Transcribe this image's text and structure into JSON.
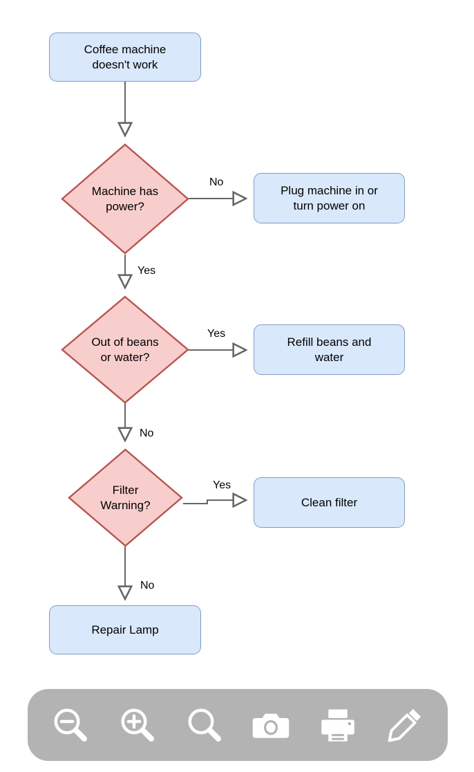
{
  "diagram": {
    "title": "Coffee machine troubleshooting flowchart",
    "background": "#ffffff",
    "palette": {
      "process_fill": "#dae8fc",
      "process_stroke": "#7d9cc4",
      "decision_fill": "#f8cecc",
      "decision_stroke": "#b85450",
      "edge_stroke": "#666666",
      "text": "#000000",
      "toolbar_bg": "#b3b3b3",
      "toolbar_icon": "#ffffff"
    },
    "nodes": [
      {
        "id": "start",
        "type": "process",
        "label": "Coffee machine\ndoesn't work",
        "line1": "Coffee machine",
        "line2": "doesn't work"
      },
      {
        "id": "power",
        "type": "decision",
        "label": "Machine has\npower?",
        "line1": "Machine has",
        "line2": "power?"
      },
      {
        "id": "plugin",
        "type": "process",
        "label": "Plug machine in or\nturn power on",
        "line1": "Plug machine in or",
        "line2": "turn power on"
      },
      {
        "id": "supplies",
        "type": "decision",
        "label": "Out of beans\nor water?",
        "line1": "Out of beans",
        "line2": "or water?"
      },
      {
        "id": "refill",
        "type": "process",
        "label": "Refill beans and\nwater",
        "line1": "Refill beans and",
        "line2": "water"
      },
      {
        "id": "filter",
        "type": "decision",
        "label": "Filter\nWarning?",
        "line1": "Filter",
        "line2": "Warning?"
      },
      {
        "id": "cleanfilter",
        "type": "process",
        "label": "Clean filter",
        "line1": "Clean filter",
        "line2": ""
      },
      {
        "id": "repair",
        "type": "process",
        "label": "Repair Lamp",
        "line1": "Repair Lamp",
        "line2": ""
      }
    ],
    "edges": [
      {
        "from": "start",
        "to": "power",
        "label": ""
      },
      {
        "from": "power",
        "to": "plugin",
        "label": "No"
      },
      {
        "from": "power",
        "to": "supplies",
        "label": "Yes"
      },
      {
        "from": "supplies",
        "to": "refill",
        "label": "Yes"
      },
      {
        "from": "supplies",
        "to": "filter",
        "label": "No"
      },
      {
        "from": "filter",
        "to": "cleanfilter",
        "label": "Yes"
      },
      {
        "from": "filter",
        "to": "repair",
        "label": "No"
      }
    ]
  },
  "toolbar": {
    "items": [
      {
        "name": "zoom-out-icon",
        "label": "Zoom out"
      },
      {
        "name": "zoom-in-icon",
        "label": "Zoom in"
      },
      {
        "name": "search-icon",
        "label": "Search"
      },
      {
        "name": "camera-icon",
        "label": "Camera"
      },
      {
        "name": "printer-icon",
        "label": "Print"
      },
      {
        "name": "pencil-icon",
        "label": "Edit"
      }
    ]
  }
}
